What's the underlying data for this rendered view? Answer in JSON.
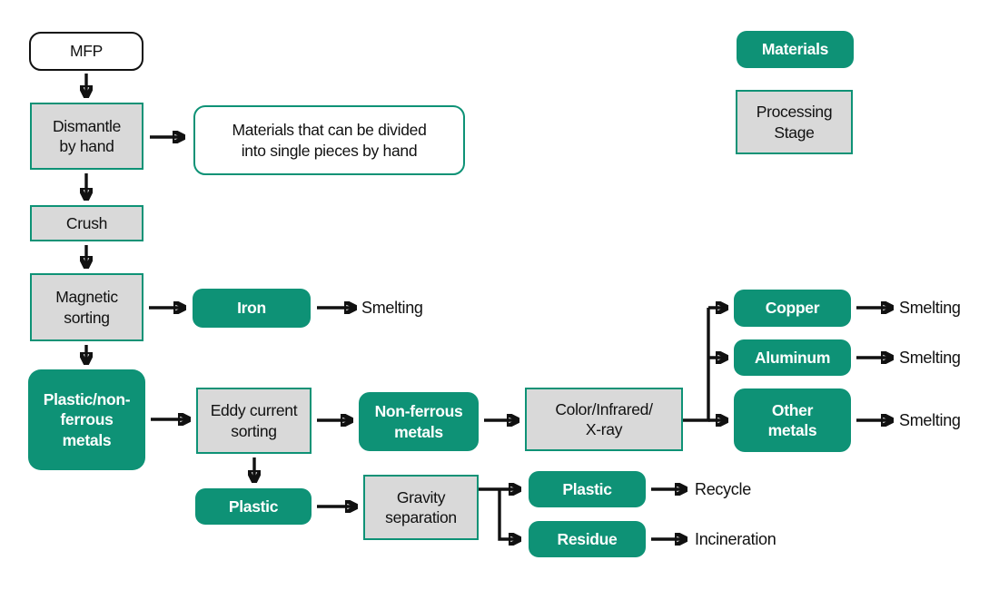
{
  "colors": {
    "green": "#0e9276",
    "gray": "#d9d9d9",
    "arrow": "#111111"
  },
  "nodes": {
    "mfp": "MFP",
    "dismantle": "Dismantle\nby hand",
    "note": "Materials that can be divided\ninto single pieces by hand",
    "crush": "Crush",
    "magnetic": "Magnetic\nsorting",
    "iron": "Iron",
    "plastic_nonferrous": "Plastic/non-\nferrous\nmetals",
    "eddy": "Eddy current\nsorting",
    "nonferrous": "Non-ferrous\nmetals",
    "color_xray": "Color/Infrared/\nX-ray",
    "copper": "Copper",
    "aluminum": "Aluminum",
    "other_metals": "Other\nmetals",
    "plastic_sorted": "Plastic",
    "gravity": "Gravity\nseparation",
    "plastic_out": "Plastic",
    "residue": "Residue"
  },
  "end_labels": {
    "smelting_iron": "Smelting",
    "smelting_copper": "Smelting",
    "smelting_aluminum": "Smelting",
    "smelting_other": "Smelting",
    "recycle": "Recycle",
    "incineration": "Incineration"
  },
  "legend": {
    "materials": "Materials",
    "processing_stage": "Processing\nStage"
  }
}
